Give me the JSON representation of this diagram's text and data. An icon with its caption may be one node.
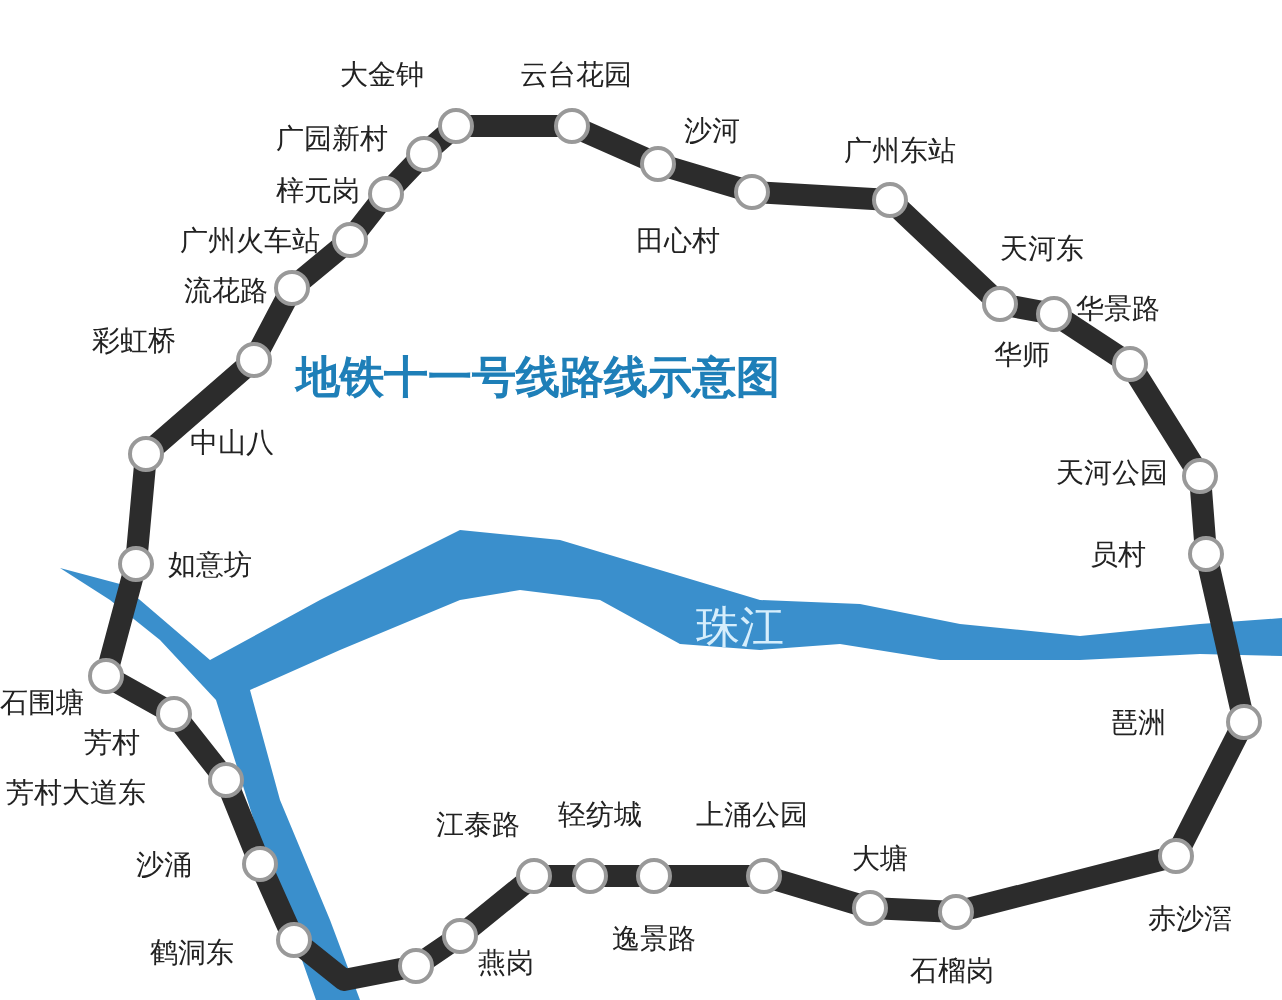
{
  "diagram": {
    "title": "地铁十一号线路线示意图",
    "labels": [
      "大金钟",
      "云台花园",
      "广园新村",
      "沙河",
      "广州东站",
      "梓元岗",
      "广州火车站",
      "田心村",
      "天河东",
      "流花路",
      "彩虹桥",
      "华景路",
      "华师",
      "中山八",
      "天河公园",
      "如意坊",
      "员村",
      "珠江",
      "石围塘",
      "芳村",
      "芳村大道东",
      "琶洲",
      "沙涌",
      "江泰路",
      "轻纺城",
      "上涌公园",
      "大塘",
      "赤沙滘",
      "鹤洞东",
      "燕岗",
      "逸景路",
      "石榴岗"
    ]
  }
}
